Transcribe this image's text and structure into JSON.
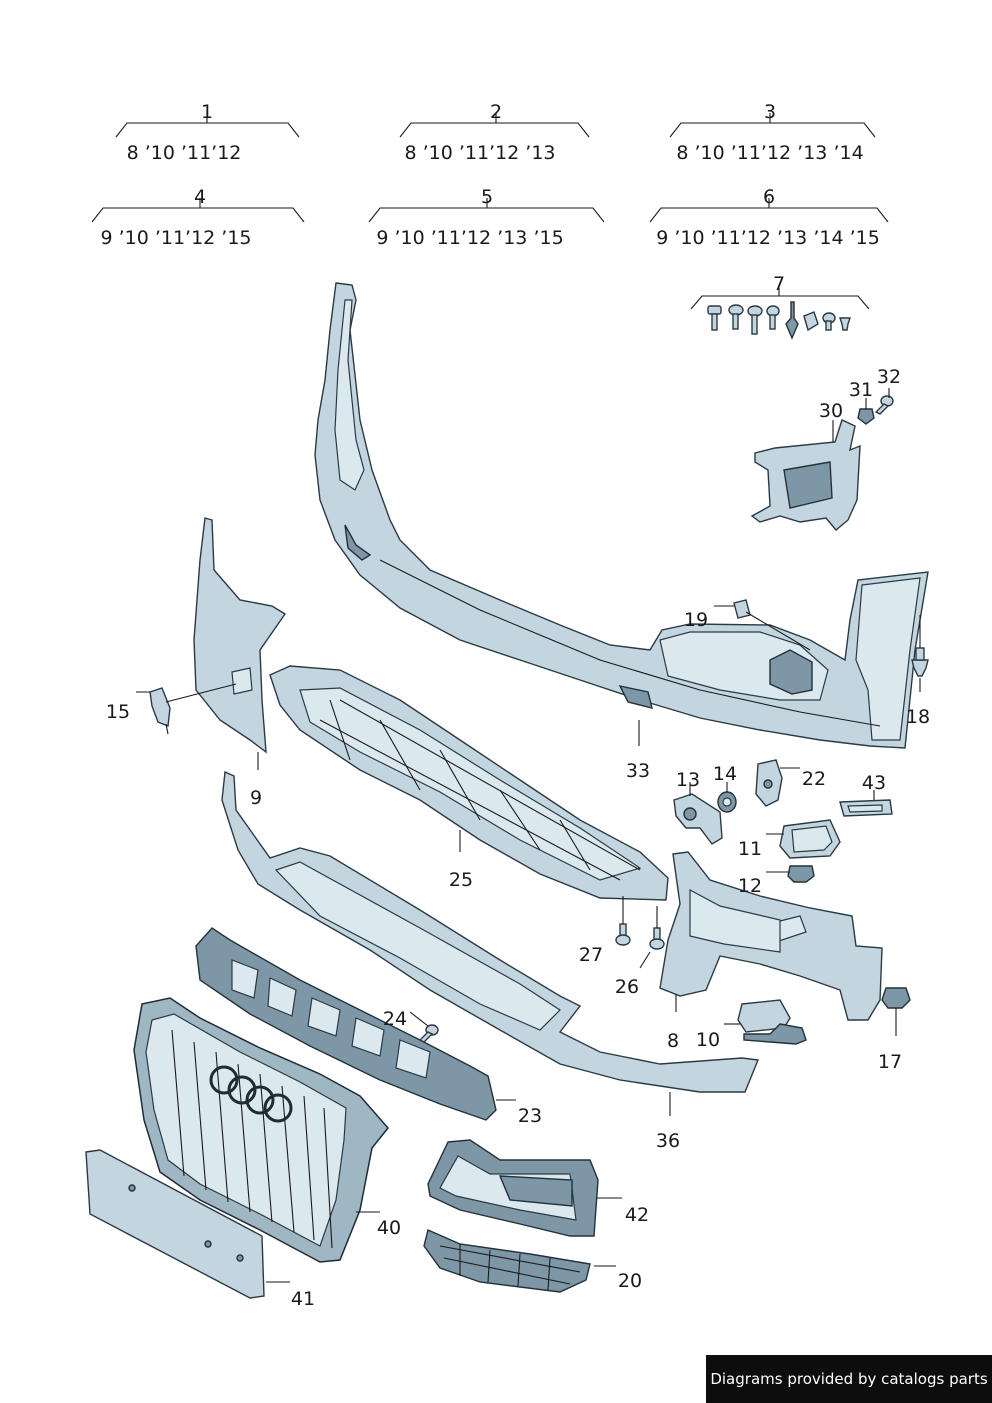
{
  "callouts": {
    "c1": "1",
    "c2": "2",
    "c3": "3",
    "c4": "4",
    "c5": "5",
    "c6": "6",
    "c7": "7",
    "c8": "8",
    "c9": "9",
    "c10": "10",
    "c11": "11",
    "c12": "12",
    "c13": "13",
    "c14": "14",
    "c15": "15",
    "c17": "17",
    "c18": "18",
    "c19": "19",
    "c20": "20",
    "c22": "22",
    "c23": "23",
    "c24": "24",
    "c25": "25",
    "c26": "26",
    "c27": "27",
    "c30": "30",
    "c31": "31",
    "c32": "32",
    "c33": "33",
    "c36": "36",
    "c40": "40",
    "c41": "41",
    "c42": "42",
    "c43": "43"
  },
  "years": {
    "y1": "8 ’10 ’11’12",
    "y2": "8 ’10 ’11’12 ’13",
    "y3": "8 ’10 ’11’12 ’13 ’14",
    "y4": "9 ’10 ’11’12 ’15",
    "y5": "9 ’10 ’11’12 ’13 ’15",
    "y6": "9 ’10 ’11’12 ’13 ’14  ’15"
  },
  "colors": {
    "part": "#c3d6e0",
    "outline": "#2a3a44",
    "watermark_bg": "#0d0d0d"
  },
  "watermark": "Diagrams provided by catalogs parts"
}
